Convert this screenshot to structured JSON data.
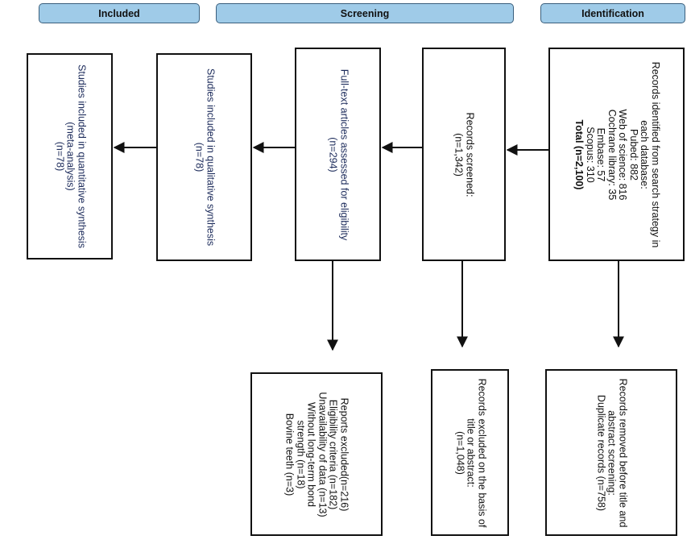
{
  "phases": {
    "included": "Included",
    "screening": "Screening",
    "identification": "Identification"
  },
  "boxes": {
    "quantitative": [
      "Studies included in quantitative synthesis",
      "(meta-analysis)",
      "(n=78)"
    ],
    "qualitative": [
      "Studies included in qualitative synthesis",
      "(n=78)"
    ],
    "fulltext": [
      "Full-text articles assessed for eligibility",
      "(n=294)"
    ],
    "screened": [
      "Records screened:",
      "(n=1,342)"
    ],
    "identified": [
      "Records identified from search strategy in",
      "each database:",
      "Pubed: 882",
      "Web of science: 816",
      "Cochrane library: 35",
      "Embase: 57",
      "Scopus: 310",
      "Total (n=2,100)"
    ],
    "reports_excluded": [
      "Reports excluded(n=216)",
      "Eligibility criteria (n=182)",
      "Unavailability of data (n=13)",
      "Without long-term bond",
      "strength (n=18)",
      "Bovine teeth (n=3)"
    ],
    "records_excluded": [
      "Records excluded on the basis of",
      "title or abstract:",
      "(n=1,048)"
    ],
    "records_removed": [
      "Records removed before title and",
      "abstract screening:",
      "Duplicate records (n=758)"
    ]
  }
}
